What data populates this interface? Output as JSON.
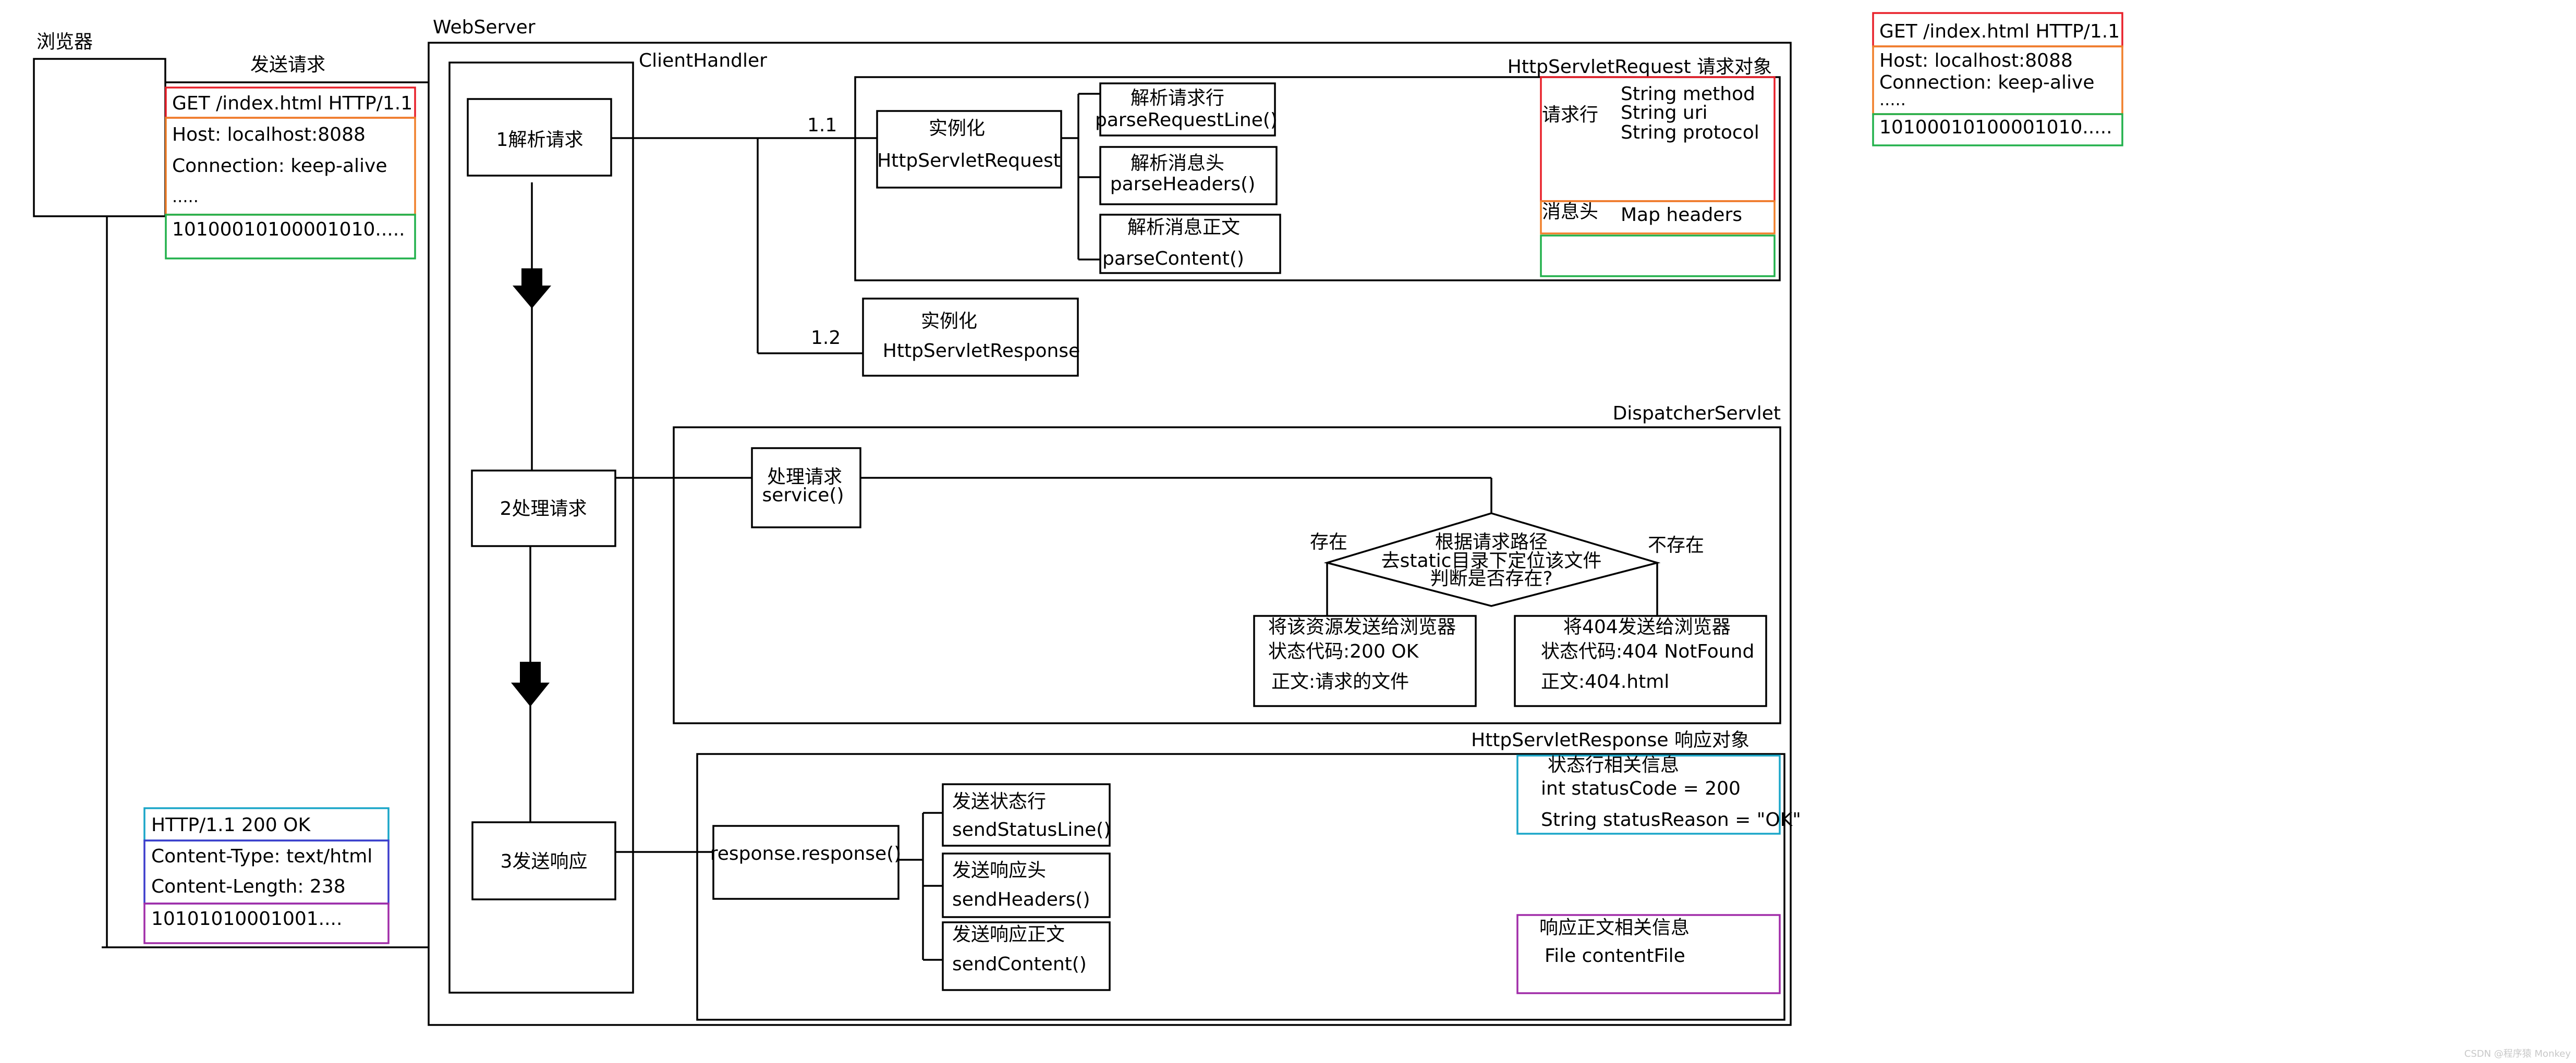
{
  "browser": {
    "label": "浏览器",
    "send_request": "发送请求"
  },
  "webserver": {
    "label": "WebServer"
  },
  "client_handler": {
    "label": "ClientHandler"
  },
  "steps": {
    "parse": "1解析请求",
    "process": "2处理请求",
    "respond": "3发送响应"
  },
  "request_message": [
    "GET /index.html HTTP/1.1",
    "Host: localhost:8088",
    "Connection: keep-alive",
    ".....",
    "10100010100001010....."
  ],
  "request_message_right": [
    "GET /index.html HTTP/1.1",
    "Host: localhost:8088",
    "Connection: keep-alive",
    ".....",
    "10100010100001010....."
  ],
  "response_message": [
    "HTTP/1.1 200 OK",
    "Content-Type: text/html",
    "Content-Length: 238",
    "10101010001001...."
  ],
  "request_object": {
    "title": "HttpServletRequest 请求对象",
    "step_label": "1.1",
    "instantiate": "实例化",
    "class_name": "HttpServletRequest",
    "parse_line": "解析请求行",
    "parse_line_method": "parseRequestLine()",
    "parse_headers": "解析消息头",
    "parse_headers_method": "parseHeaders()",
    "parse_content": "解析消息正文",
    "parse_content_method": "parseContent()",
    "request_line_label": "请求行",
    "fields": [
      "String method",
      "String uri",
      "String protocol"
    ],
    "headers_label": "消息头",
    "headers_field": "Map headers"
  },
  "response_instance": {
    "step_label": "1.2",
    "instantiate": "实例化",
    "class_name": "HttpServletResponse"
  },
  "dispatcher": {
    "title": "DispatcherServlet",
    "service_label": "处理请求",
    "service_method": "service()",
    "exists": "存在",
    "not_exists": "不存在",
    "decision": [
      "根据请求路径",
      "去static目录下定位该文件",
      "判断是否存在?"
    ],
    "found": [
      "将该资源发送给浏览器",
      "状态代码:200 OK",
      "正文:请求的文件"
    ],
    "not_found": [
      "将404发送给浏览器",
      "状态代码:404 NotFound",
      "正文:404.html"
    ]
  },
  "response_object": {
    "title": "HttpServletResponse 响应对象",
    "response_method": "response.response()",
    "send_status": "发送状态行",
    "send_status_method": "sendStatusLine()",
    "send_headers": "发送响应头",
    "send_headers_method": "sendHeaders()",
    "send_content": "发送响应正文",
    "send_content_method": "sendContent()",
    "status_info_title": "状态行相关信息",
    "status_code": "int statusCode = 200",
    "status_reason": "String statusReason = \"OK\"",
    "content_info_title": "响应正文相关信息",
    "content_file": "File contentFile"
  },
  "watermark": "CSDN @程序猿 Monkey",
  "colors": {
    "red": "#e8202a",
    "orange": "#f07f2a",
    "green": "#22b14c",
    "cyan": "#1aa6c8",
    "blue": "#3c3ccc",
    "purple": "#a12ca8"
  }
}
